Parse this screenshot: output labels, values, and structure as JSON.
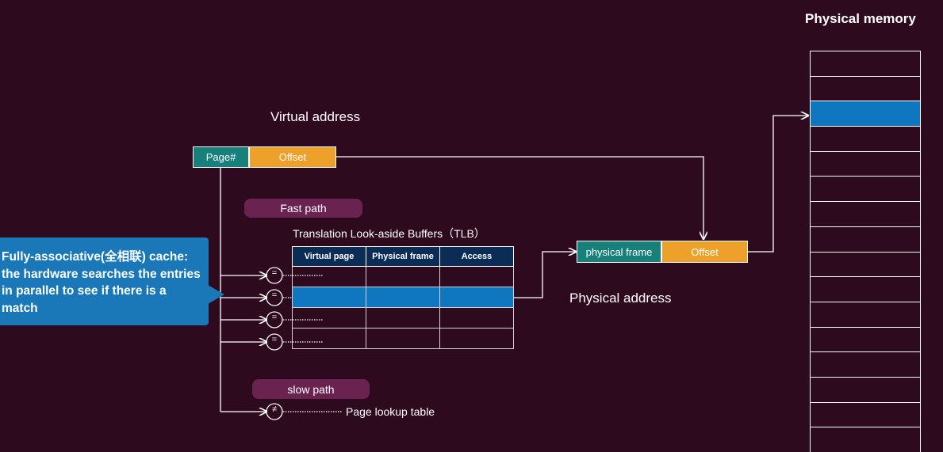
{
  "virtual_address": {
    "title": "Virtual address",
    "page_field": "Page#",
    "offset_field": "Offset"
  },
  "fast_path": "Fast path",
  "slow_path": "slow path",
  "tlb": {
    "title": "Translation Look-aside Buffers（TLB）",
    "headers": [
      "Virtual page",
      "Physical frame",
      "Access"
    ],
    "row_count": 4,
    "matched_row": 2
  },
  "physical_address": {
    "title": "Physical address",
    "frame_field": "physical frame",
    "offset_field": "Offset"
  },
  "physical_memory": {
    "title": "Physical memory",
    "row_count": 16,
    "highlighted_row": 3
  },
  "page_table": "Page lookup table",
  "compare_match": "=",
  "compare_mismatch": "≠",
  "callout": "Fully-associative(全相联) cache: the hardware searches the entries in parallel to see if there is a match",
  "colors": {
    "background": "#2e0a1e",
    "teal": "#17807a",
    "orange": "#eea12a",
    "highlight_blue": "#0f77c0",
    "header_navy": "#0b2d55",
    "pill": "#6a2350",
    "callout": "#1a78b8"
  }
}
